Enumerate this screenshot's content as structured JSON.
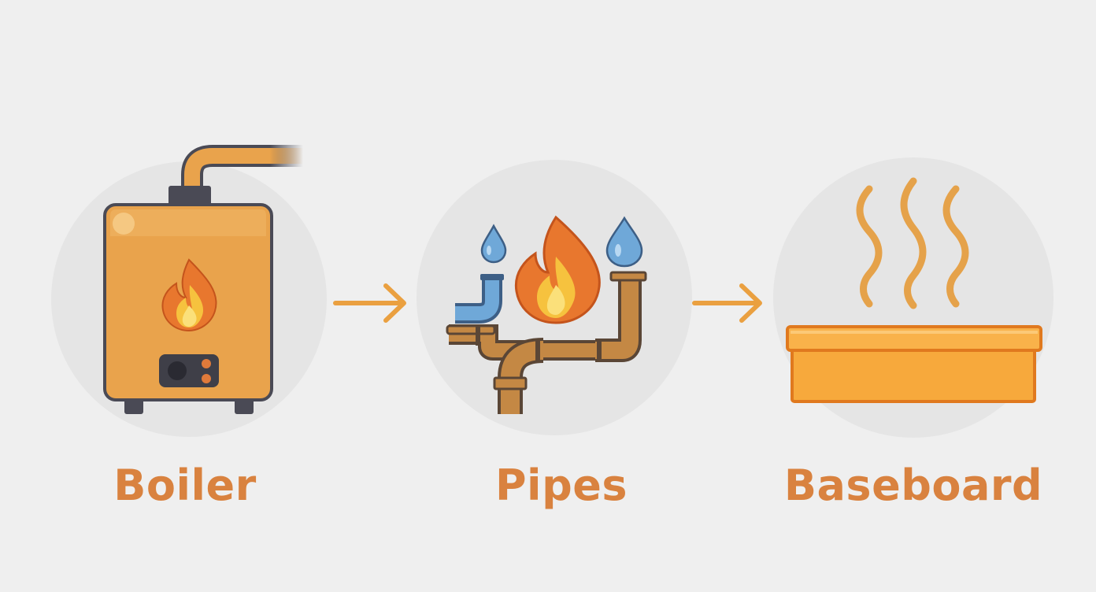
{
  "steps": [
    {
      "id": "boiler",
      "label": "Boiler",
      "icon": "boiler-icon"
    },
    {
      "id": "pipes",
      "label": "Pipes",
      "icon": "pipes-icon"
    },
    {
      "id": "baseboard",
      "label": "Baseboard",
      "icon": "baseboard-heater-icon"
    }
  ],
  "connectors": [
    "arrow-right-icon",
    "arrow-right-icon"
  ],
  "colors": {
    "background": "#efefef",
    "circle": "#e5e5e5",
    "label": "#d9823f",
    "orange": "#e9a34c",
    "outline": "#4a4a55",
    "copper": "#c48844",
    "water": "#6fa8d8",
    "flame": "#e8772e",
    "heat_wave": "#e5a24a"
  }
}
